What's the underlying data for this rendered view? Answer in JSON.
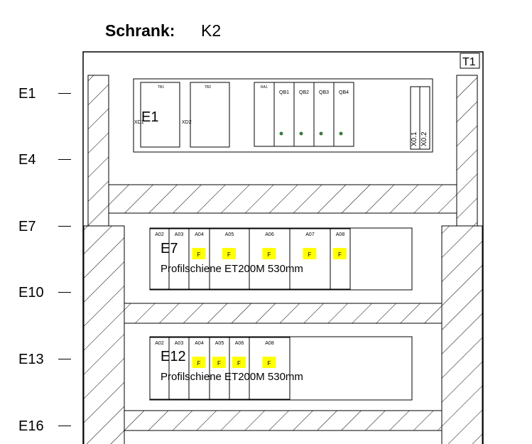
{
  "header": {
    "label": "Schrank:",
    "value": "K2"
  },
  "tag": "T1",
  "rows": [
    "E1",
    "E4",
    "E7",
    "E10",
    "E13",
    "E16"
  ],
  "panel1": {
    "position": "E1",
    "xd_left": "XD1",
    "xd_right": "XD2",
    "tb1": "TB1",
    "tb2": "TB2",
    "ra1": "RA1",
    "qb": [
      "QB1",
      "QB2",
      "QB3",
      "QB4"
    ],
    "x": [
      "X0.1",
      "X0.2"
    ]
  },
  "rail1": {
    "position": "E7",
    "label": "Profilschiene ET200M 530mm",
    "slots": [
      "A02",
      "A03",
      "A04",
      "A05",
      "A06",
      "A07",
      "A08"
    ],
    "flag": "F"
  },
  "rail2": {
    "position": "E12",
    "label": "Profilschiene ET200M 530mm",
    "slots": [
      "A02",
      "A03",
      "A04",
      "A05",
      "A06",
      "A08"
    ],
    "flag": "F"
  },
  "colors": {
    "flag": "#ffff00",
    "line": "#000000",
    "hatch": "#000000"
  }
}
